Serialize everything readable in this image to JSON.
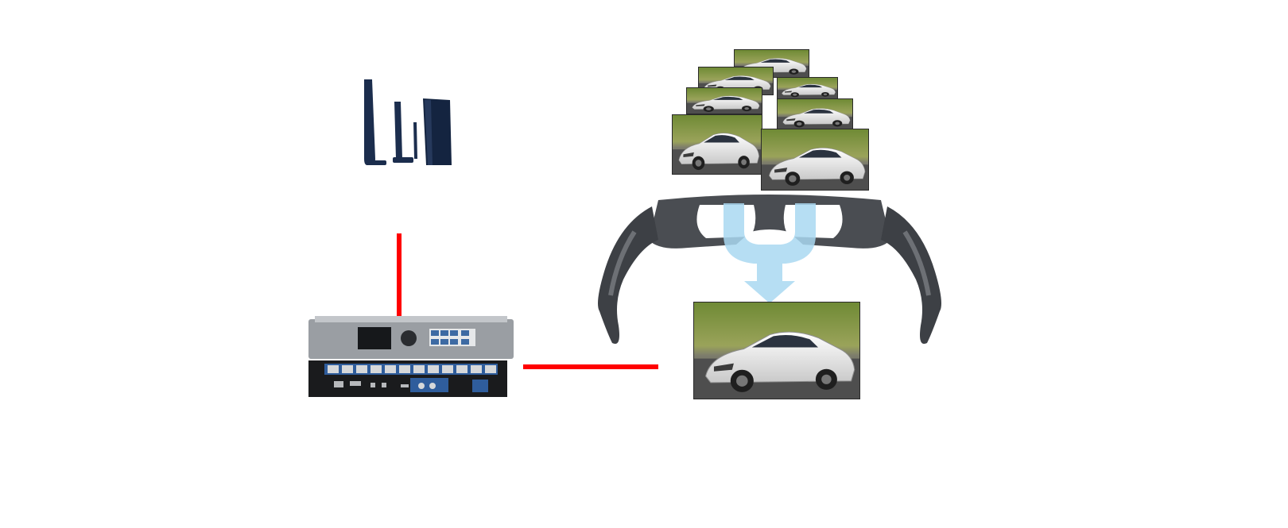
{
  "diagram": {
    "line_color": "#ff0000",
    "nodes": [
      {
        "id": "emitter",
        "icon": "antenna-emitter-icon"
      },
      {
        "id": "processor",
        "icon": "video-processor-icon"
      },
      {
        "id": "frame_stack",
        "icon": "car-frames-icon"
      },
      {
        "id": "glasses",
        "icon": "3d-glasses-icon"
      },
      {
        "id": "display",
        "icon": "car-display-icon"
      }
    ],
    "edges": [
      {
        "from": "emitter",
        "to": "processor"
      },
      {
        "from": "processor",
        "to": "display"
      }
    ]
  }
}
